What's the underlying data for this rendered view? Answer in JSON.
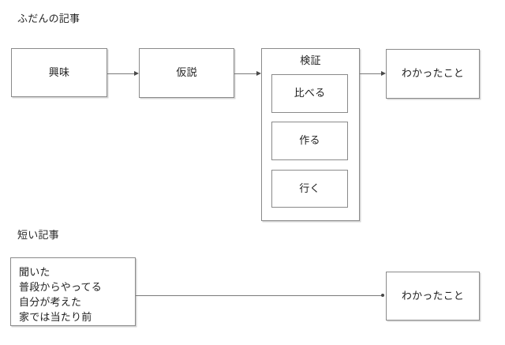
{
  "diagram": {
    "title_top": "ふだんの記事",
    "title_bottom": "短い記事",
    "line_color": "#7a7a7a",
    "box_border_color": "#8a8a8a",
    "text_color": "#1f1f1f",
    "background": "#ffffff"
  },
  "flow_top": {
    "heading": "ふだんの記事",
    "nodes": [
      {
        "id": "interest",
        "label": "興味"
      },
      {
        "id": "hypothesis",
        "label": "仮説"
      },
      {
        "id": "verification",
        "label": "検証"
      },
      {
        "id": "finding",
        "label": "わかったこと"
      }
    ],
    "verification_children": [
      {
        "id": "compare",
        "label": "比べる"
      },
      {
        "id": "make",
        "label": "作る"
      },
      {
        "id": "go",
        "label": "行く"
      }
    ]
  },
  "flow_bottom": {
    "heading": "短い記事",
    "source_lines": [
      "聞いた",
      "普段からやってる",
      "自分が考えた",
      "家では当たり前"
    ],
    "target": {
      "id": "finding-short",
      "label": "わかったこと"
    }
  }
}
